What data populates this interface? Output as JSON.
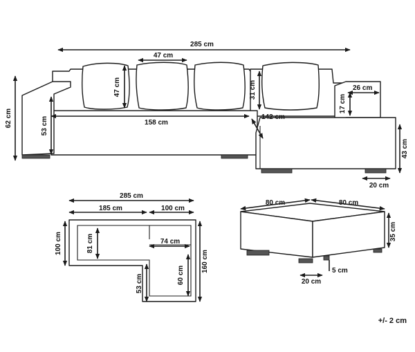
{
  "sofa_front": {
    "total_width": "285 cm",
    "cushion_width": "47 cm",
    "cushion_height": "47 cm",
    "seat_width": "158 cm",
    "seat_height": "53 cm",
    "overall_height": "62 cm",
    "chaise_back_height": "31 cm",
    "chaise_depth": "142 cm",
    "arm_width": "26 cm",
    "arm_height": "17 cm",
    "chaise_height": "43 cm",
    "leg_width": "20 cm"
  },
  "plan_view": {
    "total_length": "285 cm",
    "left_section": "185 cm",
    "right_section": "100 cm",
    "depth": "100 cm",
    "seat_depth": "81 cm",
    "chaise_seat_width": "74 cm",
    "chaise_length": "160 cm",
    "chaise_seat_length": "60 cm",
    "chaise_width": "53 cm"
  },
  "ottoman": {
    "width": "80 cm",
    "depth": "80 cm",
    "height": "35 cm",
    "leg_height": "5 cm",
    "leg_width": "20 cm"
  },
  "tolerance": "+/- 2 cm"
}
